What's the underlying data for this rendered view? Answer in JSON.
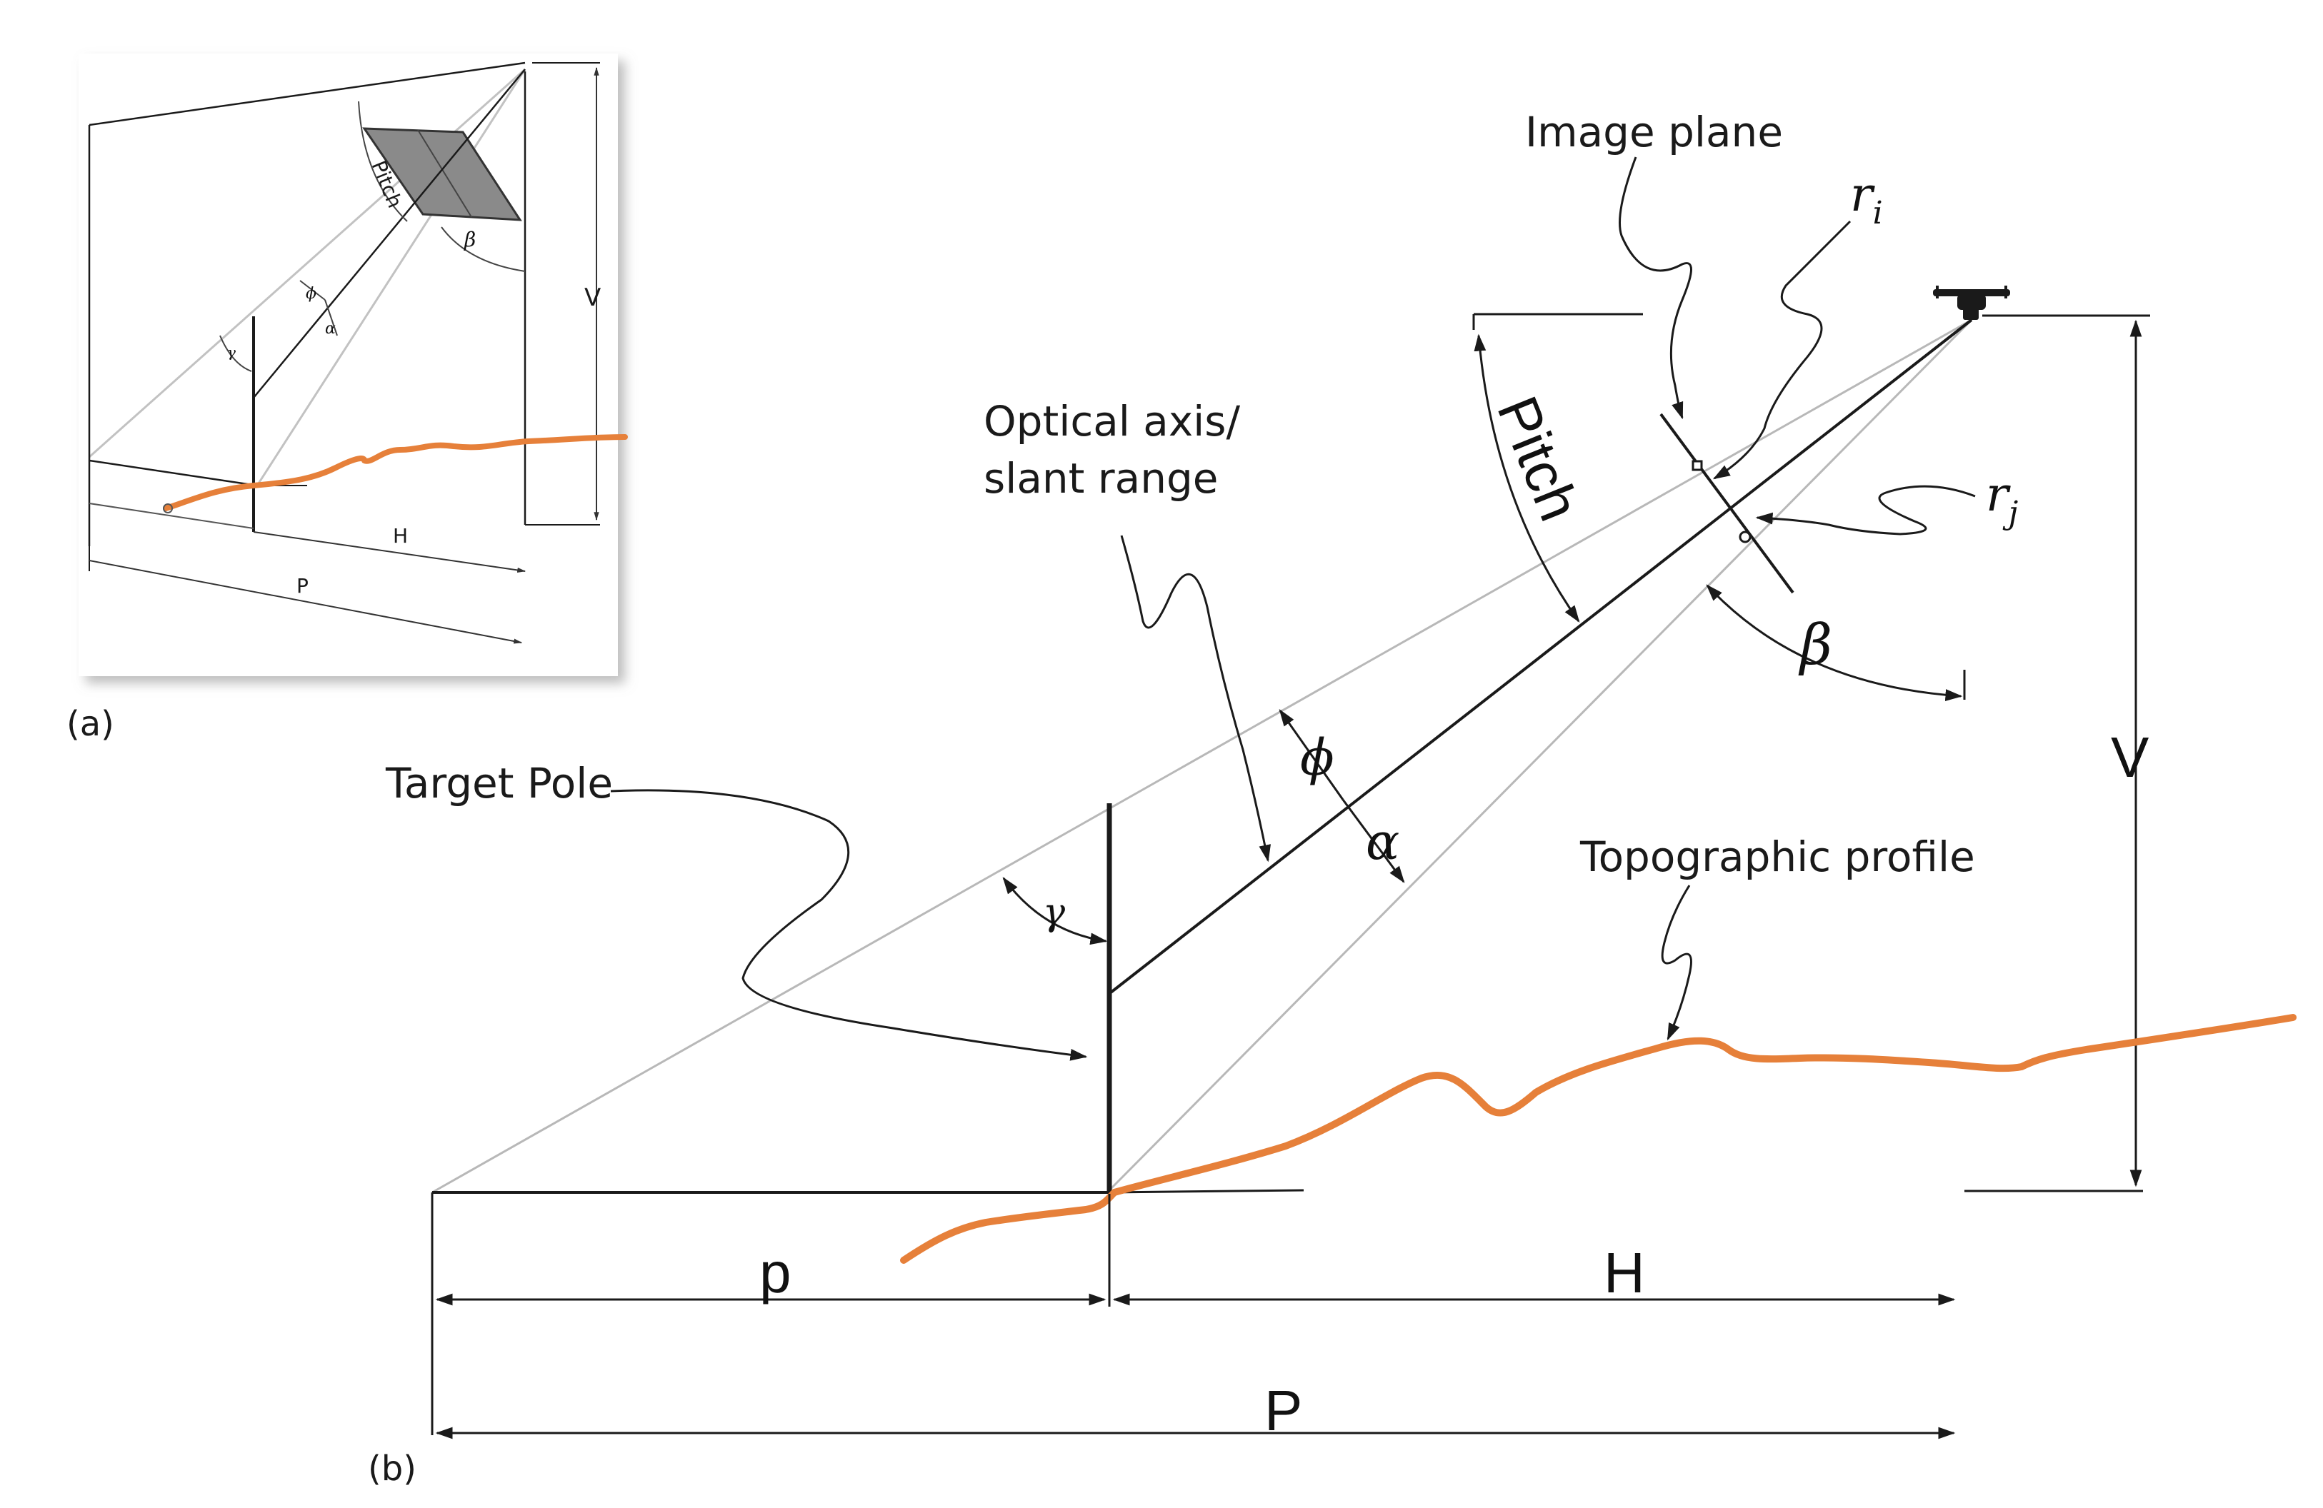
{
  "panel_labels": {
    "a": "(a)",
    "b": "(b)"
  },
  "labels": {
    "image_plane": "Image plane",
    "optical_axis_line1": "Optical axis/",
    "optical_axis_line2": "slant range",
    "target_pole": "Target Pole",
    "topographic_profile": "Topographic profile",
    "pitch": "Pitch",
    "v": "V",
    "h": "H",
    "p_small": "p",
    "p_big": "P",
    "beta": "β",
    "phi": "ϕ",
    "alpha": "α",
    "gamma": "γ",
    "r_i_base": "r",
    "r_i_sub": "i",
    "r_j_base": "r",
    "r_j_sub": "j"
  },
  "inset_labels": {
    "pitch": "Pitch",
    "beta": "β",
    "phi": "ϕ",
    "alpha": "α",
    "gamma": "γ",
    "v": "V",
    "h": "H",
    "p_big": "P"
  },
  "colors": {
    "topographic_profile": "#e6803a",
    "lines": "#1a1a1a",
    "sight_lines": "#b8b8b8",
    "image_plane_fill": "#8a8a8a"
  }
}
